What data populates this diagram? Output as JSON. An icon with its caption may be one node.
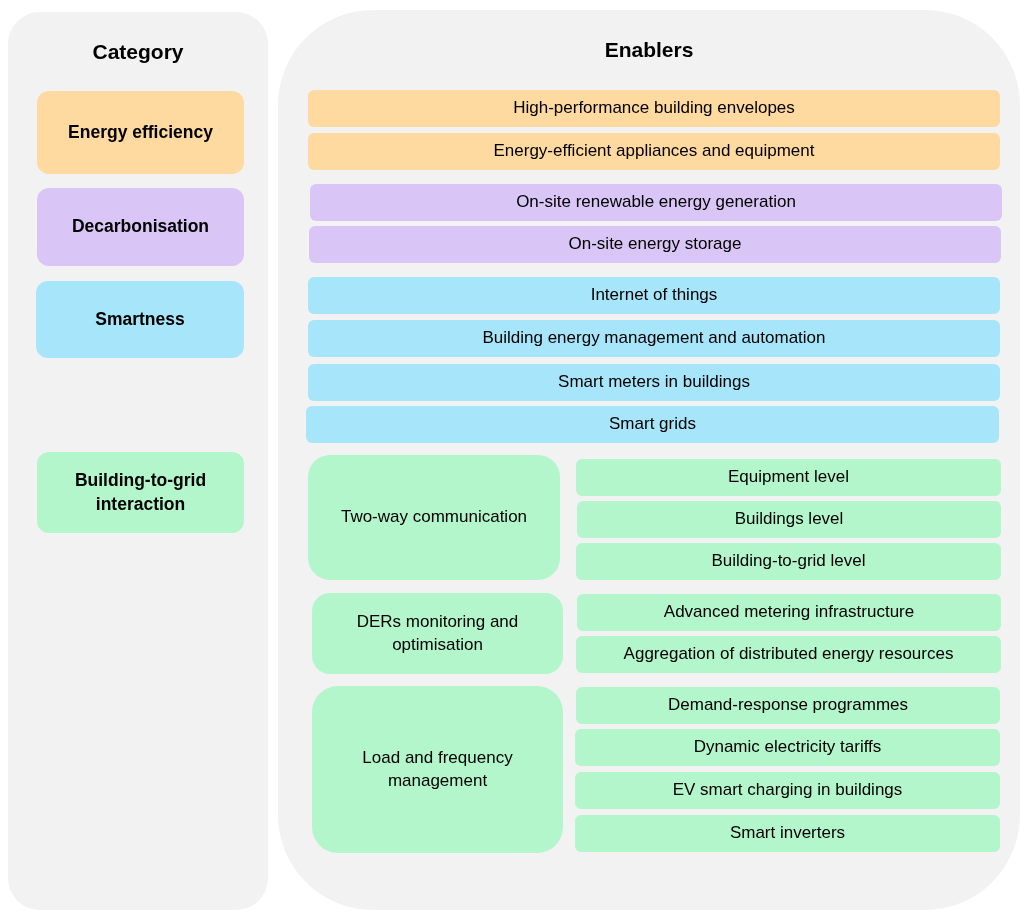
{
  "diagram": {
    "nodes": [
      {
        "text": [
          "Category"
        ]
      },
      {
        "text": [
          "Enablers"
        ]
      },
      {
        "text": [
          "Energy efficiency"
        ],
        "in": 0
      },
      {
        "text": [
          "Decarbonisation"
        ],
        "in": 0
      },
      {
        "text": [
          "Smartness"
        ],
        "in": 0
      },
      {
        "text": [
          "Building-to-grid interaction"
        ],
        "in": 0
      },
      {
        "text": [
          "High-performance building envelopes"
        ],
        "in": 1
      },
      {
        "text": [
          "Energy-efficient appliances and equipment"
        ],
        "in": 1
      },
      {
        "text": [
          "On-site renewable energy generation"
        ],
        "in": 1
      },
      {
        "text": [
          "On-site energy storage"
        ],
        "in": 1
      },
      {
        "text": [
          "Internet of things"
        ],
        "in": 1
      },
      {
        "text": [
          "Building energy management and automation"
        ],
        "in": 1
      },
      {
        "text": [
          "Smart meters in buildings"
        ],
        "in": 1
      },
      {
        "text": [
          "Smart grids"
        ],
        "in": 1
      },
      {
        "text": [
          "Two-way communication"
        ],
        "in": 1
      },
      {
        "text": [
          "Equipment level"
        ],
        "in": 1
      },
      {
        "text": [
          "Buildings level"
        ],
        "in": 1
      },
      {
        "text": [
          "Building-to-grid level"
        ],
        "in": 1
      },
      {
        "text": [
          "DERs monitoring and optimisation"
        ],
        "in": 1
      },
      {
        "text": [
          "Advanced metering infrastructure"
        ],
        "in": 1
      },
      {
        "text": [
          "Aggregation of distributed energy resources"
        ],
        "in": 1
      },
      {
        "text": [
          "Load and frequency management"
        ],
        "in": 1
      },
      {
        "text": [
          "Demand-response programmes"
        ],
        "in": 1
      },
      {
        "text": [
          "Dynamic electricity tariffs"
        ],
        "in": 1
      },
      {
        "text": [
          "EV smart charging in buildings"
        ],
        "in": 1
      },
      {
        "text": [
          "Smart inverters"
        ],
        "in": 1
      }
    ]
  }
}
